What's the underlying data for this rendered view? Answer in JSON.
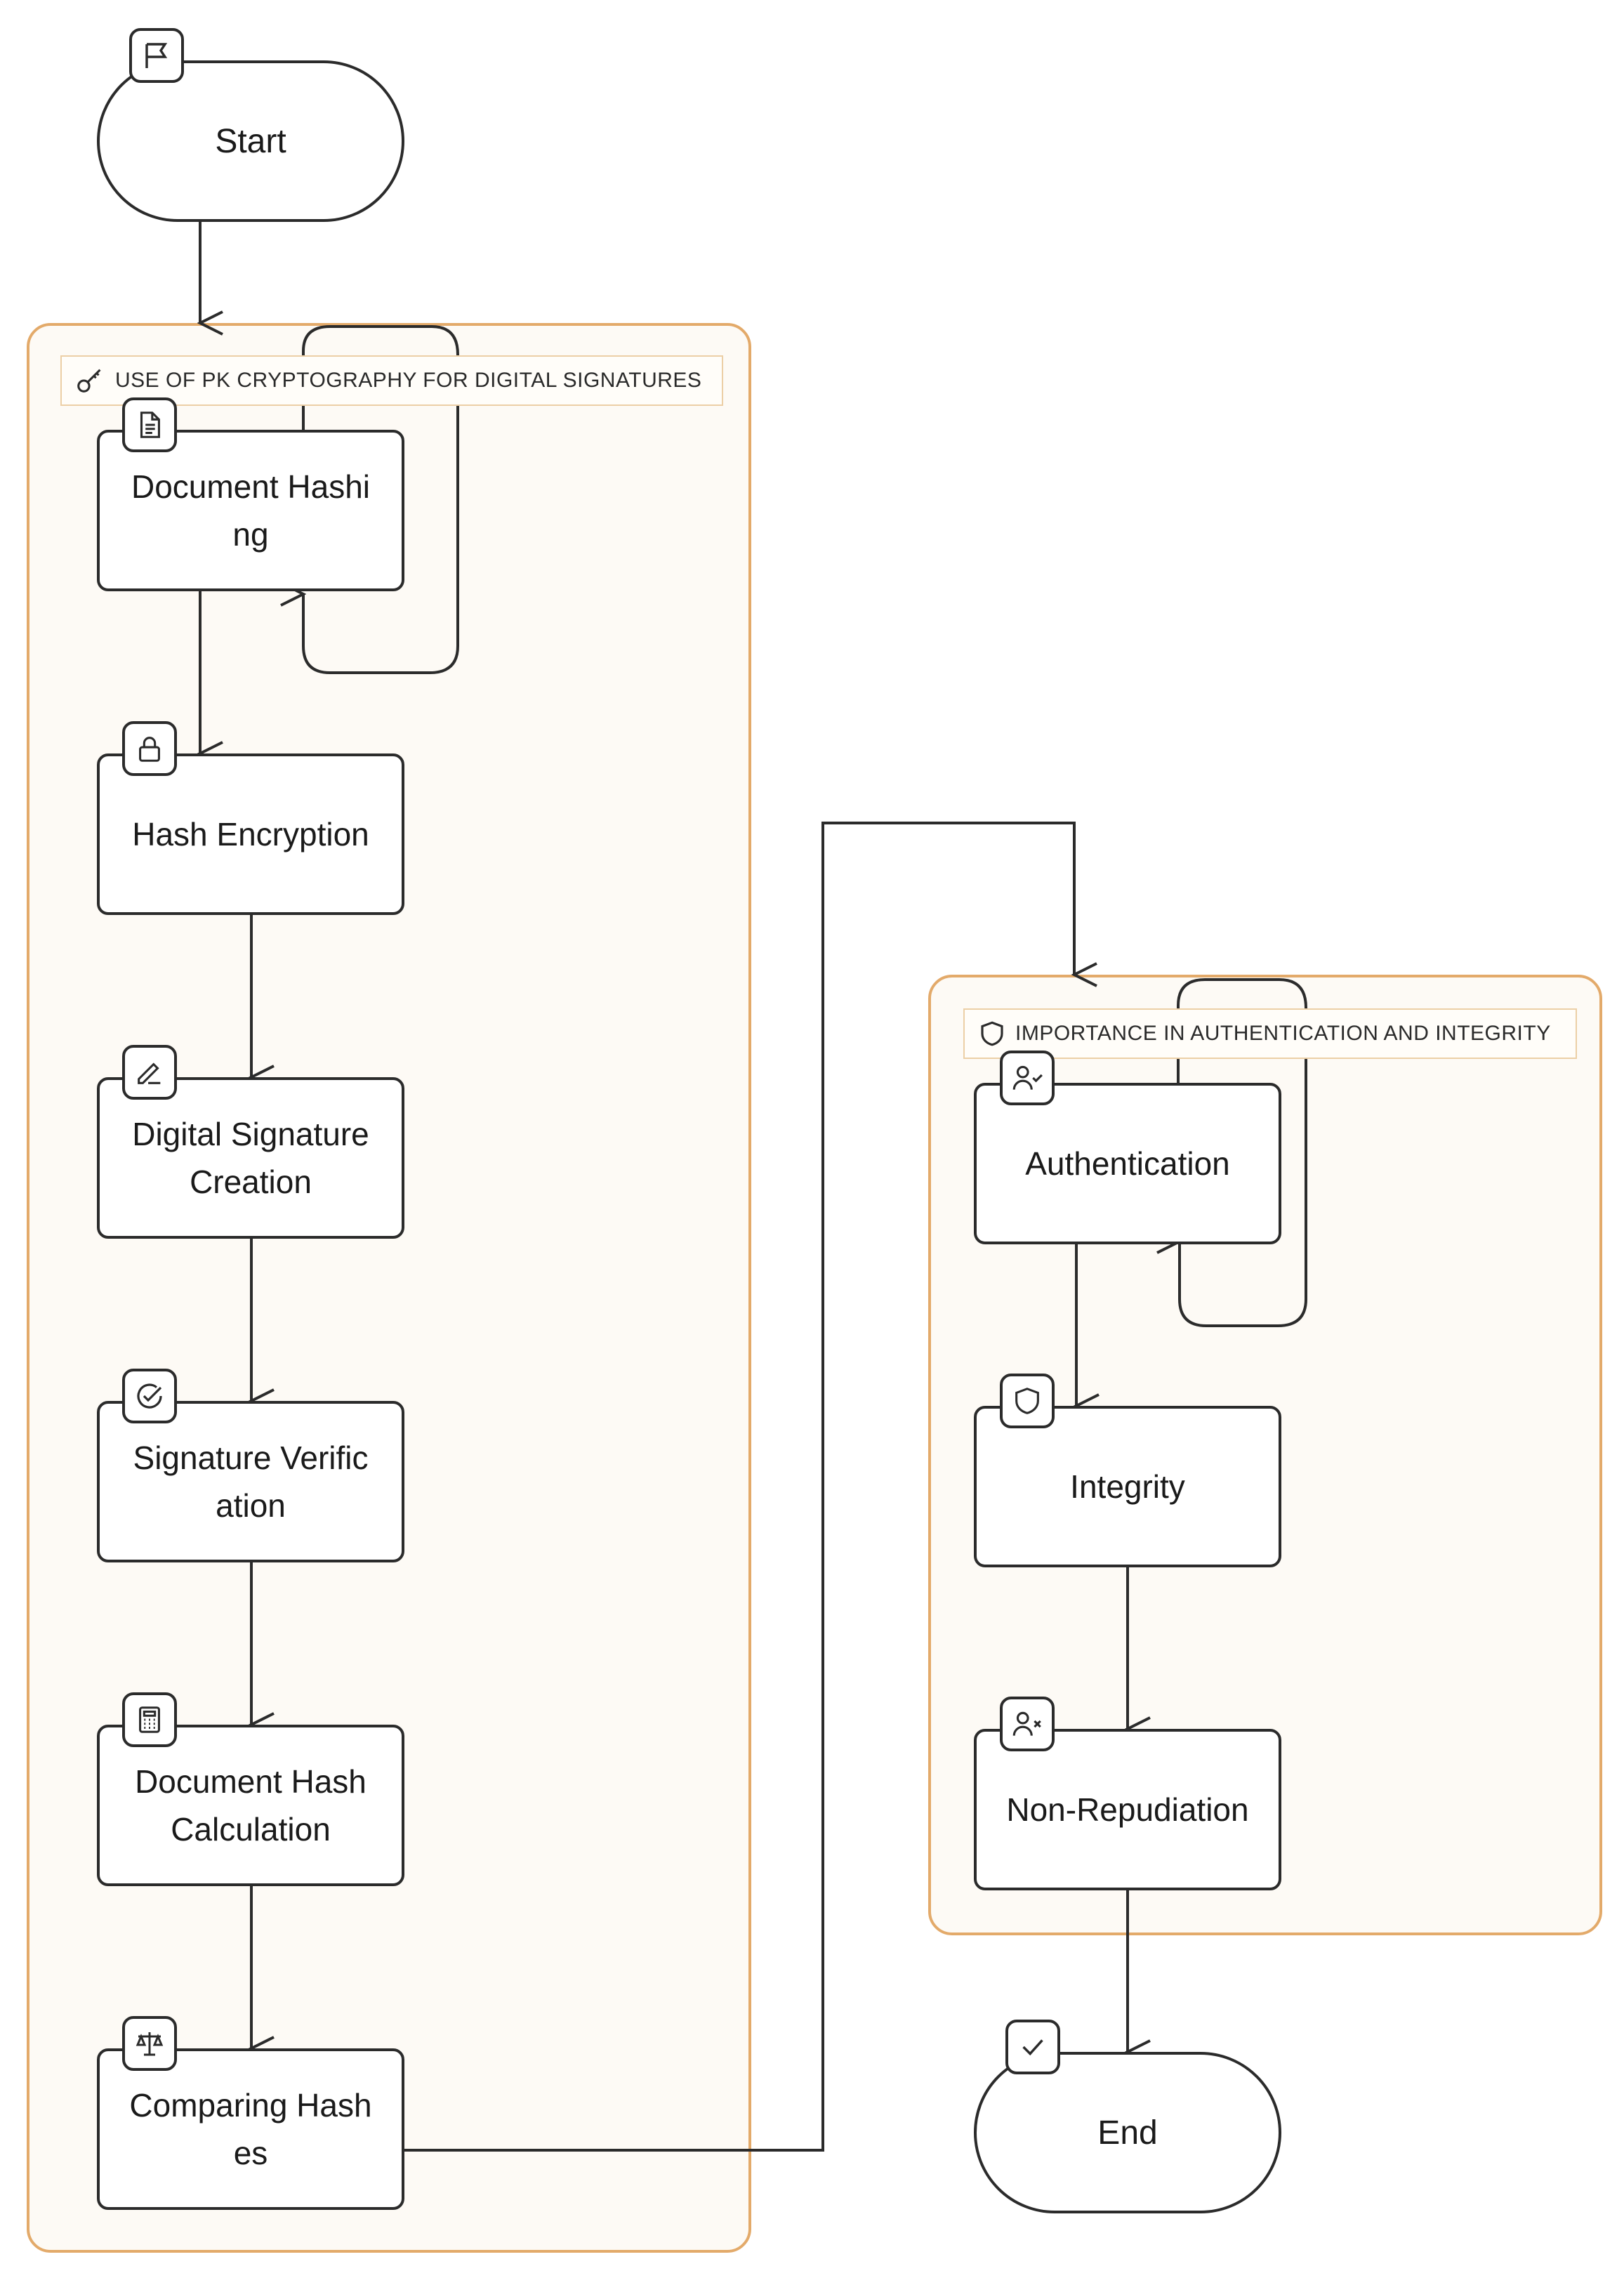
{
  "groups": [
    {
      "label": "USE OF PK CRYPTOGRAPHY FOR DIGITAL SIGNATURES",
      "icon": "key-icon"
    },
    {
      "label": "IMPORTANCE IN AUTHENTICATION AND INTEGRITY",
      "icon": "shield-icon"
    }
  ],
  "nodes": {
    "start": {
      "label": "Start",
      "icon": "flag-icon"
    },
    "document_hashing": {
      "label": "Document Hashing",
      "icon": "document-icon"
    },
    "hash_encryption": {
      "label": "Hash Encryption",
      "icon": "lock-icon"
    },
    "digital_signature_creation": {
      "label": "Digital Signature Creation",
      "icon": "pen-icon"
    },
    "signature_verification": {
      "label": "Signature Verification",
      "icon": "check-circle-icon"
    },
    "document_hash_calculation": {
      "label": "Document Hash Calculation",
      "icon": "calculator-icon"
    },
    "comparing_hashes": {
      "label": "Comparing Hashes",
      "icon": "scale-icon"
    },
    "authentication": {
      "label": "Authentication",
      "icon": "user-check-icon"
    },
    "integrity": {
      "label": "Integrity",
      "icon": "shield-icon"
    },
    "non_repudiation": {
      "label": "Non-Repudiation",
      "icon": "user-x-icon"
    },
    "end": {
      "label": "End",
      "icon": "checkbox-icon"
    }
  },
  "edges": [
    [
      "start",
      "document_hashing"
    ],
    [
      "document_hashing",
      "document_hashing"
    ],
    [
      "document_hashing",
      "hash_encryption"
    ],
    [
      "hash_encryption",
      "digital_signature_creation"
    ],
    [
      "digital_signature_creation",
      "signature_verification"
    ],
    [
      "signature_verification",
      "document_hash_calculation"
    ],
    [
      "document_hash_calculation",
      "comparing_hashes"
    ],
    [
      "comparing_hashes",
      "authentication"
    ],
    [
      "authentication",
      "authentication"
    ],
    [
      "authentication",
      "integrity"
    ],
    [
      "integrity",
      "non_repudiation"
    ],
    [
      "non_repudiation",
      "end"
    ]
  ],
  "colors": {
    "group_border": "#e3aa6a",
    "group_fill": "#fdfaf5",
    "stroke": "#2b2b2b"
  }
}
